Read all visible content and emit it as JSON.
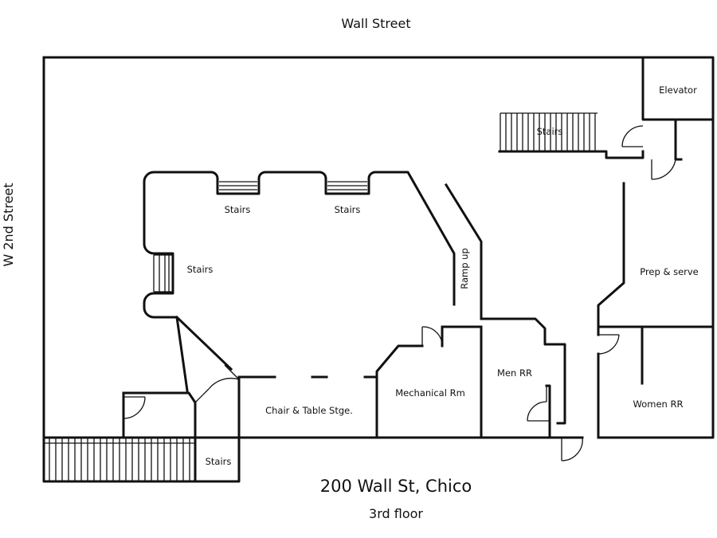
{
  "streets": {
    "north": "Wall Street",
    "west": "W 2nd Street"
  },
  "footer": {
    "address": "200 Wall St, Chico",
    "floor": "3rd floor"
  },
  "rooms": {
    "elevator": "Elevator",
    "stairs_ne": "Stairs",
    "stairs_upper_left": "Stairs",
    "stairs_upper_right": "Stairs",
    "stairs_west": "Stairs",
    "stairs_sw": "Stairs",
    "ramp": "Ramp up",
    "prep_serve": "Prep & serve",
    "men_rr": "Men RR",
    "women_rr": "Women RR",
    "mechanical": "Mechanical Rm",
    "chair_table": "Chair & Table Stge."
  }
}
